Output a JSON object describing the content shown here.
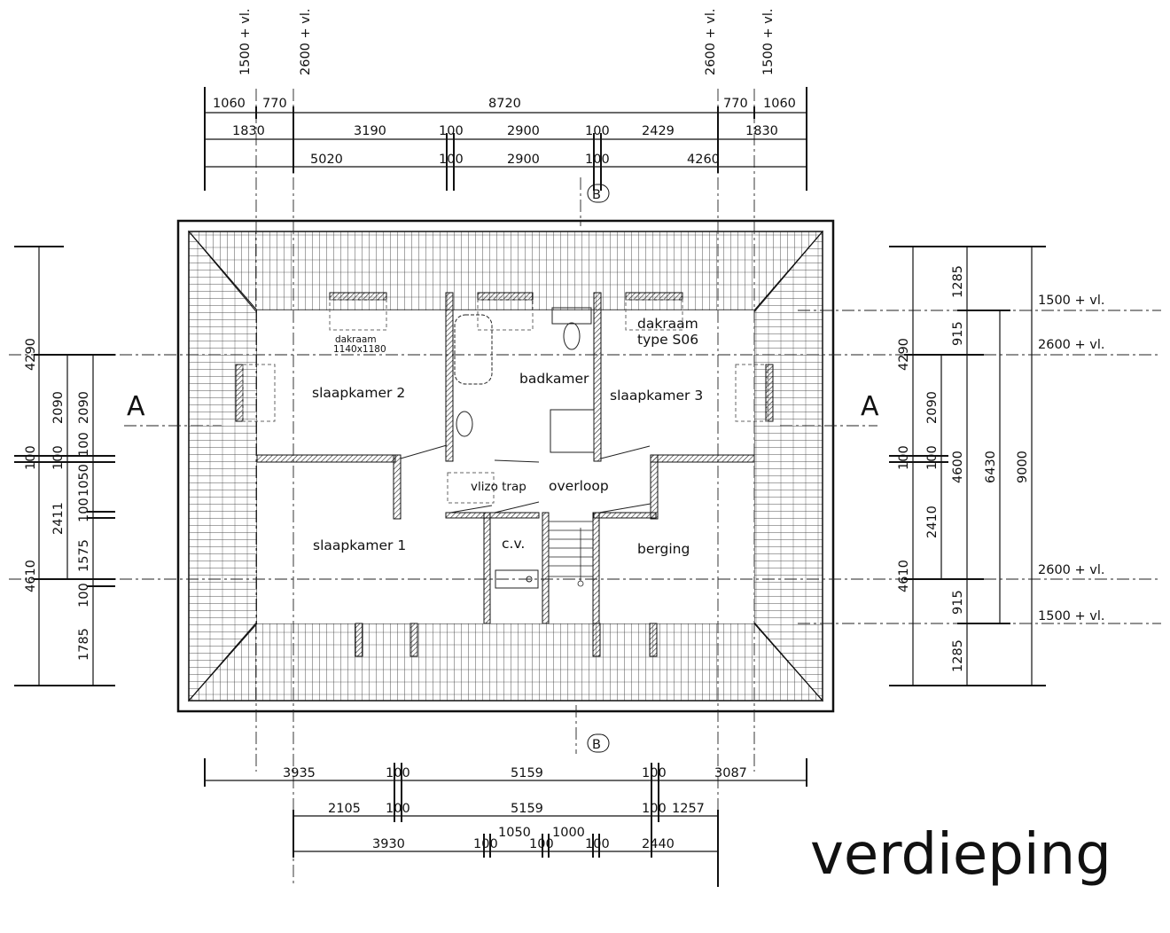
{
  "title": "verdieping",
  "rooms": {
    "slaapkamer1": "slaapkamer 1",
    "slaapkamer2": "slaapkamer 2",
    "slaapkamer3": "slaapkamer 3",
    "badkamer": "badkamer",
    "overloop": "overloop",
    "vlizotrap": "vlizo trap",
    "cv": "c.v.",
    "berging": "berging"
  },
  "annotations": {
    "dakraam_small_1": "dakraam",
    "dakraam_small_2": "1140x1180",
    "dakraam_type_1": "dakraam",
    "dakraam_type_2": "type S06"
  },
  "section_markers": {
    "a_left": "A",
    "a_right": "A",
    "b_top": "B",
    "b_bottom": "B"
  },
  "levels": {
    "left_top_1": "1500 + vl.",
    "left_top_2": "2600 + vl.",
    "right_top_1": "2600 + vl.",
    "right_top_2": "1500 + vl.",
    "right_1": "1500 + vl.",
    "right_2": "2600 + vl.",
    "right_3": "2600 + vl.",
    "right_4": "1500 + vl."
  },
  "dimensions": {
    "top_row1": [
      "1060",
      "770",
      "8720",
      "770",
      "1060"
    ],
    "top_row2": [
      "1830",
      "3190",
      "100",
      "2900",
      "100",
      "2429",
      "1830"
    ],
    "top_row3": [
      "5020",
      "100",
      "2900",
      "100",
      "4260"
    ],
    "bottom_row1": [
      "3935",
      "100",
      "5159",
      "100",
      "3087"
    ],
    "bottom_row2": [
      "2105",
      "100",
      "5159",
      "100",
      "1257"
    ],
    "bottom_row3": [
      "3930",
      "100",
      "1050",
      "100",
      "1000",
      "100",
      "2440"
    ],
    "left_col1": [
      "4290",
      "100",
      "4610"
    ],
    "left_col2": [
      "2090",
      "100",
      "2411"
    ],
    "left_col3": [
      "2090",
      "100",
      "1050",
      "100",
      "1575",
      "100",
      "1785"
    ],
    "right_col1": [
      "4290",
      "100",
      "4610"
    ],
    "right_col2": [
      "2090",
      "100",
      "2410"
    ],
    "right_col3": [
      "1285",
      "915",
      "4600",
      "915",
      "1285"
    ],
    "right_col4": [
      "6430"
    ],
    "right_col5": [
      "9000"
    ]
  }
}
